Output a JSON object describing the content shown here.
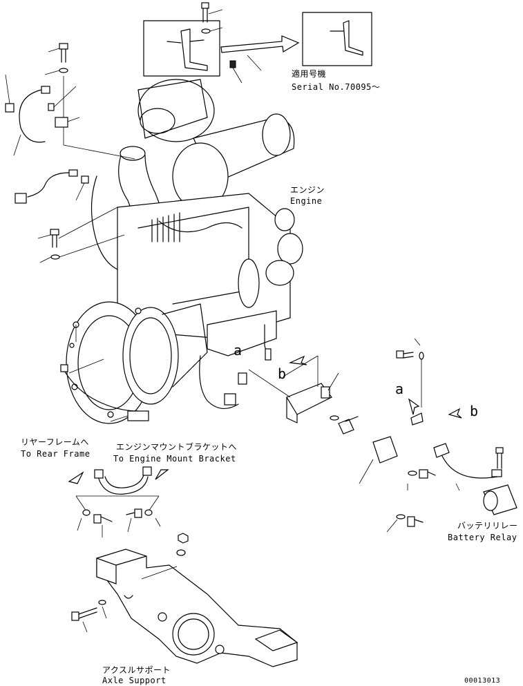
{
  "labels": {
    "serial_ja": "適用号機",
    "serial_en": "Serial No.70095～",
    "engine_ja": "エンジン",
    "engine_en": "Engine",
    "rear_frame_ja": "リヤーフレームへ",
    "rear_frame_en": "To Rear Frame",
    "mount_ja": "エンジンマウントブラケットへ",
    "mount_en": "To Engine Mount Bracket",
    "relay_ja": "バッテリリレー",
    "relay_en": "Battery Relay",
    "axle_ja": "アクスルサポート",
    "axle_en": "Axle Support",
    "ref_a_upper": "a",
    "ref_b_upper": "b",
    "ref_a_lower": "a",
    "ref_b_lower": "b",
    "drawing_no": "00013013"
  }
}
